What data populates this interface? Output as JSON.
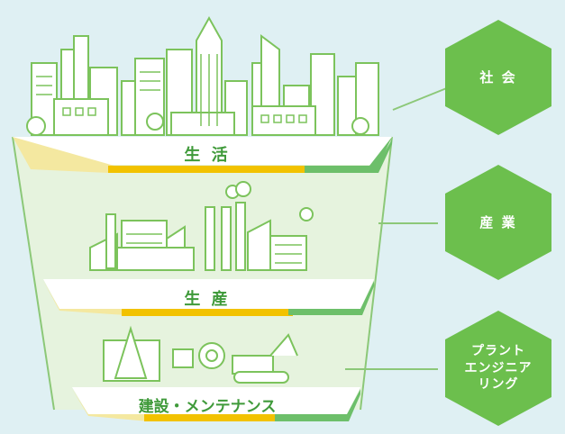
{
  "tiers": [
    {
      "id": "life",
      "label": "生 活"
    },
    {
      "id": "production",
      "label": "生 産"
    },
    {
      "id": "construction",
      "label": "建設・メンテナンス"
    }
  ],
  "categories": [
    {
      "id": "society",
      "label": "社 会"
    },
    {
      "id": "industry",
      "label": "産 業"
    },
    {
      "id": "plant",
      "lines": [
        "プラント",
        "エンジニア",
        "リング"
      ]
    }
  ],
  "colors": {
    "background": "#dff0f3",
    "hexagon": "#6cbf4d",
    "outline": "#7cc35c",
    "platform_left": "#f4e8a0",
    "platform_mid": "#f2c200",
    "platform_right": "#6dbf6a",
    "label_text": "#3f9a3a"
  }
}
